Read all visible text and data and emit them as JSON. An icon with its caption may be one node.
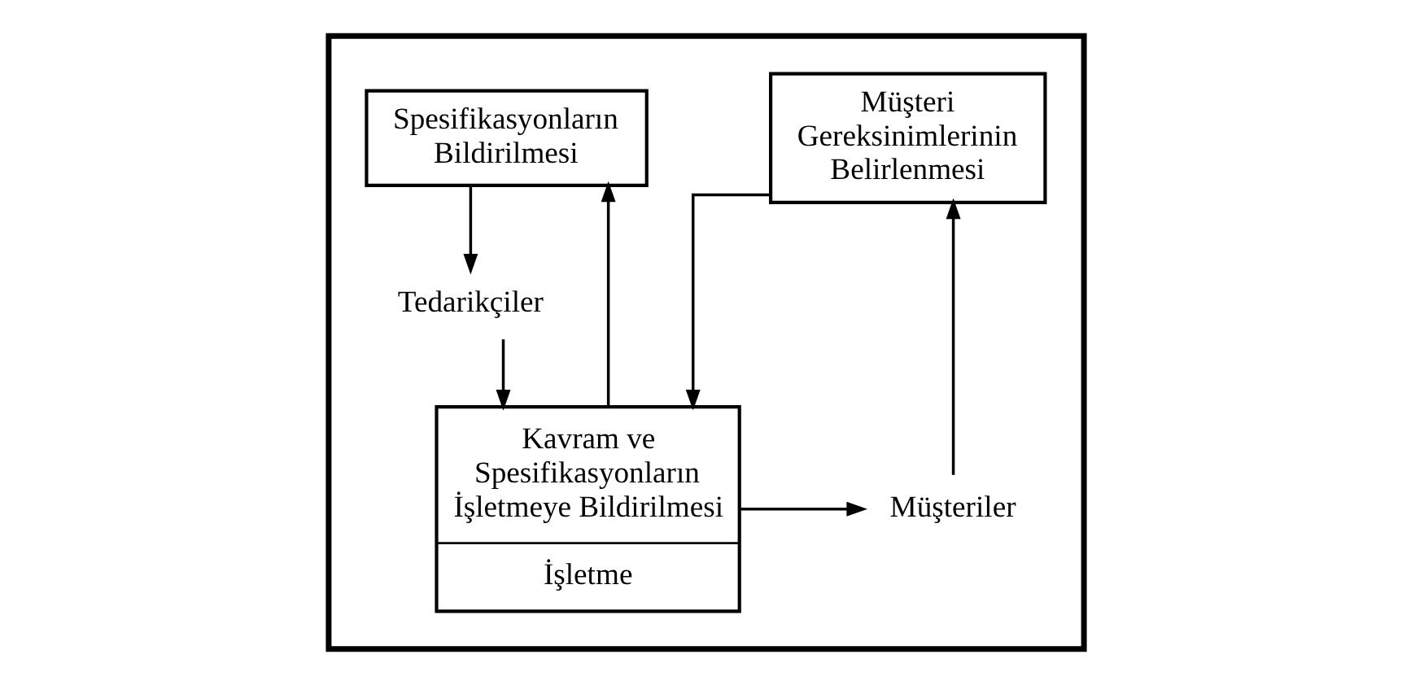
{
  "diagram": {
    "nodes": [
      {
        "text": [],
        "shape": "box"
      },
      {
        "text": [
          "Spesifikasyonların Bildirilmesi"
        ],
        "in": 0
      },
      {
        "text": [
          "Müşteri Gereksinimlerinin Belirlenmesi"
        ],
        "in": 0
      },
      {
        "text": [
          "Tedarikçiler"
        ],
        "in": 0
      },
      {
        "text": [
          "Kavram ve Spesifikasyonların İşletmeye Bildirilmesi",
          "İşletme"
        ],
        "in": 0
      },
      {
        "text": [
          "Müşteriler"
        ],
        "in": 0
      }
    ],
    "edges": [
      {
        "from": 4,
        "to": 1,
        "arrow": "to"
      },
      {
        "from": 2,
        "to": 4,
        "arrow": "to"
      },
      {
        "from": 1,
        "to": 3,
        "arrow": "to"
      },
      {
        "from": 3,
        "to": 4,
        "arrow": "to"
      },
      {
        "from": 4,
        "to": 5,
        "arrow": "to"
      },
      {
        "from": 5,
        "to": 2,
        "arrow": "to"
      }
    ]
  }
}
